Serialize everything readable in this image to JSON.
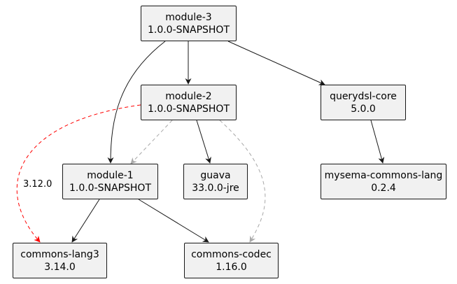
{
  "nodes": {
    "module_3": {
      "name": "module-3",
      "version": "1.0.0-SNAPSHOT"
    },
    "module_2": {
      "name": "module-2",
      "version": "1.0.0-SNAPSHOT"
    },
    "module_1": {
      "name": "module-1",
      "version": "1.0.0-SNAPSHOT"
    },
    "querydsl_core": {
      "name": "querydsl-core",
      "version": "5.0.0"
    },
    "guava": {
      "name": "guava",
      "version": "33.0.0-jre"
    },
    "mysema_commons_lang": {
      "name": "mysema-commons-lang",
      "version": "0.2.4"
    },
    "commons_lang3": {
      "name": "commons-lang3",
      "version": "3.14.0"
    },
    "commons_codec": {
      "name": "commons-codec",
      "version": "1.16.0"
    }
  },
  "edges": [
    {
      "from": "module-3",
      "to": "module-2",
      "style": "solid",
      "color": "#181818"
    },
    {
      "from": "module-3",
      "to": "module-1",
      "style": "solid",
      "color": "#181818"
    },
    {
      "from": "module-3",
      "to": "querydsl-core",
      "style": "solid",
      "color": "#181818"
    },
    {
      "from": "module-2",
      "to": "module-1",
      "style": "dashed",
      "color": "#a8a8a8"
    },
    {
      "from": "module-2",
      "to": "guava",
      "style": "solid",
      "color": "#181818"
    },
    {
      "from": "module-2",
      "to": "commons-codec",
      "style": "dashed",
      "color": "#a8a8a8"
    },
    {
      "from": "module-2",
      "to": "commons-lang3",
      "style": "dashed",
      "color": "#ff0000",
      "label": "3.12.0"
    },
    {
      "from": "querydsl-core",
      "to": "mysema-commons-lang",
      "style": "solid",
      "color": "#181818"
    },
    {
      "from": "module-1",
      "to": "commons-lang3",
      "style": "solid",
      "color": "#181818"
    },
    {
      "from": "module-1",
      "to": "commons-codec",
      "style": "solid",
      "color": "#181818"
    }
  ],
  "edge_labels": {
    "conflict_version": "3.12.0"
  },
  "colors": {
    "node_fill": "#f1f1f1",
    "node_border": "#181818",
    "edge": "#181818",
    "omitted_edge": "#a8a8a8",
    "conflict_edge": "#ff0000"
  }
}
